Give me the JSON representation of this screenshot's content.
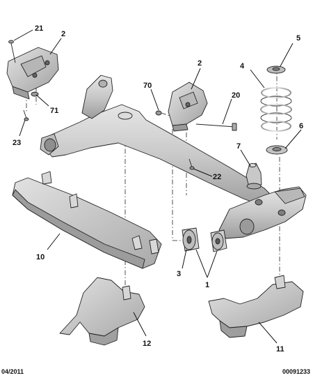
{
  "diagram": {
    "callouts": [
      {
        "id": "c21",
        "label": "21"
      },
      {
        "id": "c2a",
        "label": "2"
      },
      {
        "id": "c71",
        "label": "71"
      },
      {
        "id": "c23",
        "label": "23"
      },
      {
        "id": "c2b",
        "label": "2"
      },
      {
        "id": "c70",
        "label": "70"
      },
      {
        "id": "c20",
        "label": "20"
      },
      {
        "id": "c22",
        "label": "22"
      },
      {
        "id": "c5",
        "label": "5"
      },
      {
        "id": "c4",
        "label": "4"
      },
      {
        "id": "c6",
        "label": "6"
      },
      {
        "id": "c7",
        "label": "7"
      },
      {
        "id": "c10",
        "label": "10"
      },
      {
        "id": "c3",
        "label": "3"
      },
      {
        "id": "c1",
        "label": "1"
      },
      {
        "id": "c12",
        "label": "12"
      },
      {
        "id": "c11",
        "label": "11"
      }
    ],
    "parts": [
      {
        "id": "rear-axle-beam",
        "color": "#c9c9c9"
      },
      {
        "id": "spring",
        "color": "#d4d4d4"
      },
      {
        "id": "heat-shield",
        "color": "#cfcfcf"
      },
      {
        "id": "mounting-bracket",
        "color": "#d0d0d0"
      }
    ]
  },
  "footer": {
    "date": "04/2011",
    "reference": "00091233"
  }
}
